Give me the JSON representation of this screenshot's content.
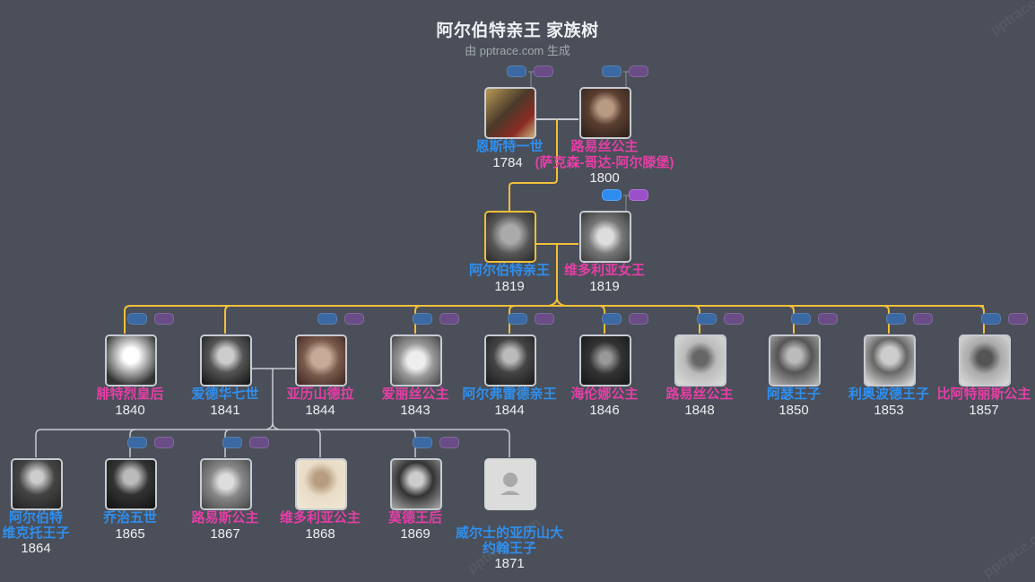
{
  "header": {
    "title": "阿尔伯特亲王 家族树",
    "subtitle": "由 pptrace.com 生成"
  },
  "watermarks": [
    "pptrace.com",
    "pptrace.com",
    "pptrace.com"
  ],
  "colors": {
    "background": "#4a4f59",
    "male": "#2f8fef",
    "female": "#e43fa6",
    "focus_line": "#f2bf3a",
    "line": "#c8ccd2"
  },
  "people": {
    "ernst": {
      "name": "恩斯特一世",
      "year": "1784",
      "gender": "m"
    },
    "louise_sg": {
      "name": "路易丝公主",
      "name2": "(萨克森-哥达-阿尔滕堡)",
      "year": "1800",
      "gender": "f"
    },
    "albert": {
      "name": "阿尔伯特亲王",
      "year": "1819",
      "gender": "m",
      "focus": true
    },
    "victoria": {
      "name": "维多利亚女王",
      "year": "1819",
      "gender": "f"
    },
    "children": [
      {
        "name": "腓特烈皇后",
        "year": "1840",
        "gender": "f"
      },
      {
        "name": "爱德华七世",
        "year": "1841",
        "gender": "m"
      },
      {
        "name": "亚历山德拉",
        "year": "1844",
        "gender": "f"
      },
      {
        "name": "爱丽丝公主",
        "year": "1843",
        "gender": "f"
      },
      {
        "name": "阿尔弗雷德亲王",
        "year": "1844",
        "gender": "m"
      },
      {
        "name": "海伦娜公主",
        "year": "1846",
        "gender": "f"
      },
      {
        "name": "路易丝公主",
        "year": "1848",
        "gender": "f"
      },
      {
        "name": "阿瑟王子",
        "year": "1850",
        "gender": "m"
      },
      {
        "name": "利奥波德王子",
        "year": "1853",
        "gender": "m"
      },
      {
        "name": "比阿特丽斯公主",
        "year": "1857",
        "gender": "f"
      }
    ],
    "grandchildren": [
      {
        "name": "阿尔伯特",
        "name2": "维克托王子",
        "year": "1864",
        "gender": "m"
      },
      {
        "name": "乔治五世",
        "year": "1865",
        "gender": "m"
      },
      {
        "name": "路易斯公主",
        "year": "1867",
        "gender": "f"
      },
      {
        "name": "维多利亚公主",
        "year": "1868",
        "gender": "f"
      },
      {
        "name": "莫德王后",
        "year": "1869",
        "gender": "f"
      },
      {
        "name": "威尔士的亚历山大",
        "name2": "约翰王子",
        "year": "1871",
        "gender": "m"
      }
    ]
  },
  "icons": {
    "expand_father": "expand-father-button",
    "expand_mother": "expand-mother-button",
    "placeholder": "person-silhouette-icon"
  }
}
